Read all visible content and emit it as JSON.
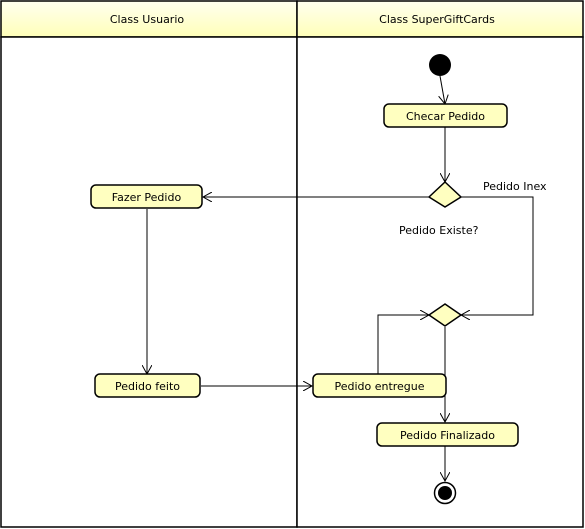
{
  "swimlanes": [
    {
      "title": "Class Usuario"
    },
    {
      "title": "Class SuperGiftCards"
    }
  ],
  "nodes": {
    "checar_pedido": "Checar Pedido",
    "fazer_pedido": "Fazer Pedido",
    "pedido_feito": "Pedido feito",
    "pedido_entregue": "Pedido entregue",
    "pedido_finalizado": "Pedido Finalizado"
  },
  "labels": {
    "decision_question": "Pedido Existe?",
    "branch_inexistente": "Pedido Inex"
  },
  "colors": {
    "action_fill": "#FFFFC0",
    "lane_header_fill": "#FFFFC0",
    "stroke": "#000000"
  }
}
